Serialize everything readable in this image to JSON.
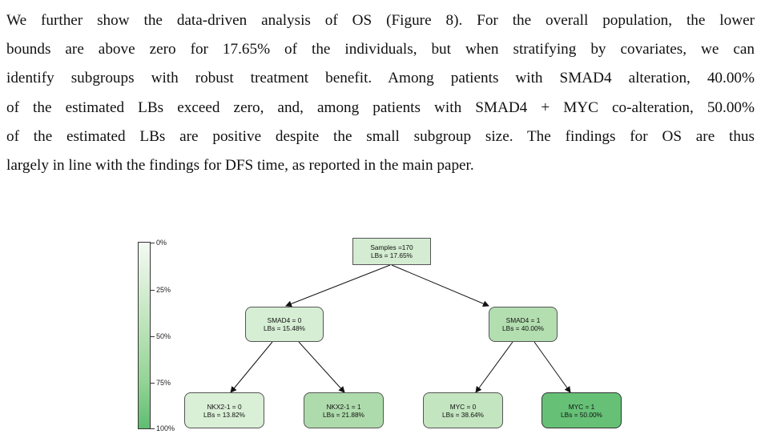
{
  "paragraph": {
    "lines": [
      "We further show the data-driven analysis of OS (Figure 8). For the overall population, the lower",
      "bounds are above zero for 17.65% of the individuals, but when stratifying by covariates, we can",
      "identify subgroups with robust treatment benefit. Among patients with SMAD4 alteration, 40.00%",
      "of the estimated LBs exceed zero, and, among patients with SMAD4 + MYC co-alteration, 50.00%",
      "of the estimated LBs are positive despite the small subgroup size. The findings for OS are thus",
      "largely in line with the findings for DFS time, as reported in the main paper."
    ]
  },
  "colorbar": {
    "ticks": [
      "0%",
      "25%",
      "50%",
      "75%",
      "100%"
    ],
    "color_low": "#f4faf3",
    "color_high": "#5fbd72"
  },
  "tree": {
    "root": {
      "line1": "Samples =170",
      "line2": "LBs = 17.65%",
      "lb_percent": 17.65,
      "fill": "#d4ecd1"
    },
    "left": {
      "line1": "SMAD4 = 0",
      "line2": "LBs = 15.48%",
      "lb_percent": 15.48,
      "fill": "#d6eed4"
    },
    "right": {
      "line1": "SMAD4 = 1",
      "line2": "LBs = 40.00%",
      "lb_percent": 40.0,
      "fill": "#b3deb0"
    },
    "left_left": {
      "line1": "NKX2-1 = 0",
      "line2": "LBs = 13.82%",
      "lb_percent": 13.82,
      "fill": "#d9efd6"
    },
    "left_right": {
      "line1": "NKX2-1 = 1",
      "line2": "LBs = 21.88%",
      "lb_percent": 21.88,
      "fill": "#aedbab"
    },
    "right_left": {
      "line1": "MYC = 0",
      "line2": "LBs = 38.64%",
      "lb_percent": 38.64,
      "fill": "#c3e5bf"
    },
    "right_right": {
      "line1": "MYC = 1",
      "line2": "LBs = 50.00%",
      "lb_percent": 50.0,
      "fill": "#66c177"
    }
  }
}
